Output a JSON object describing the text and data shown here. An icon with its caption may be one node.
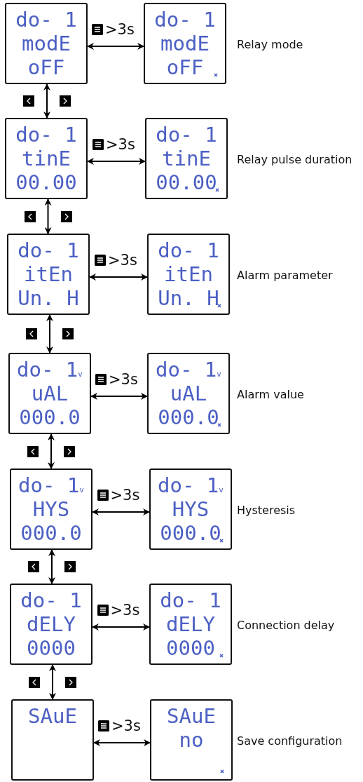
{
  "diagram": {
    "nodes": [
      {
        "text": [
          "do- 1",
          "modE",
          "oFF"
        ]
      },
      {
        "text": [
          "do- 1",
          "modE",
          "oFF"
        ]
      },
      {
        "text": [
          "do- 1",
          "tinE",
          "00.00"
        ]
      },
      {
        "text": [
          "do- 1",
          "tinE",
          "00.00"
        ]
      },
      {
        "text": [
          "do- 1",
          "itEn",
          "Un. H"
        ]
      },
      {
        "text": [
          "do- 1",
          "itEn",
          "Un. H"
        ]
      },
      {
        "text": [
          "do- 1$_{v}$",
          "uAL",
          "000.0"
        ]
      },
      {
        "text": [
          "do- 1$_{v}$",
          "uAL",
          "000.0"
        ]
      },
      {
        "text": [
          "do- 1$_{v}$",
          "HYS",
          "000.0"
        ]
      },
      {
        "text": [
          "do- 1$_{v}$",
          "HYS",
          "000.0"
        ]
      },
      {
        "text": [
          "do- 1",
          "dELY",
          "0000"
        ]
      },
      {
        "text": [
          "do- 1",
          "dELY",
          "0000"
        ]
      },
      {
        "text": [
          "SAuE"
        ]
      },
      {
        "text": [
          "SAuE",
          "no"
        ]
      }
    ],
    "edges": [
      {
        "from": 0,
        "to": 1,
        "arrow": "both",
        "label": ">3s"
      },
      {
        "from": 0,
        "to": 2,
        "arrow": "both"
      },
      {
        "from": 2,
        "to": 3,
        "arrow": "both",
        "label": ">3s"
      },
      {
        "from": 2,
        "to": 4,
        "arrow": "both"
      },
      {
        "from": 4,
        "to": 5,
        "arrow": "both",
        "label": ">3s"
      },
      {
        "from": 4,
        "to": 6,
        "arrow": "both"
      },
      {
        "from": 6,
        "to": 7,
        "arrow": "both",
        "label": ">3s"
      },
      {
        "from": 6,
        "to": 8,
        "arrow": "both"
      },
      {
        "from": 8,
        "to": 9,
        "arrow": "both",
        "label": ">3s"
      },
      {
        "from": 8,
        "to": 10,
        "arrow": "both"
      },
      {
        "from": 10,
        "to": 11,
        "arrow": "both",
        "label": ">3s"
      },
      {
        "from": 10,
        "to": 12,
        "arrow": "both"
      },
      {
        "from": 12,
        "to": 13,
        "arrow": "both",
        "label": ">3s"
      }
    ],
    "labels": [
      "Relay mode",
      "Relay pulse duration",
      "Alarm parameter",
      "Alarm value",
      "Hysteresis",
      "Connection delay",
      "Save configuration"
    ]
  }
}
